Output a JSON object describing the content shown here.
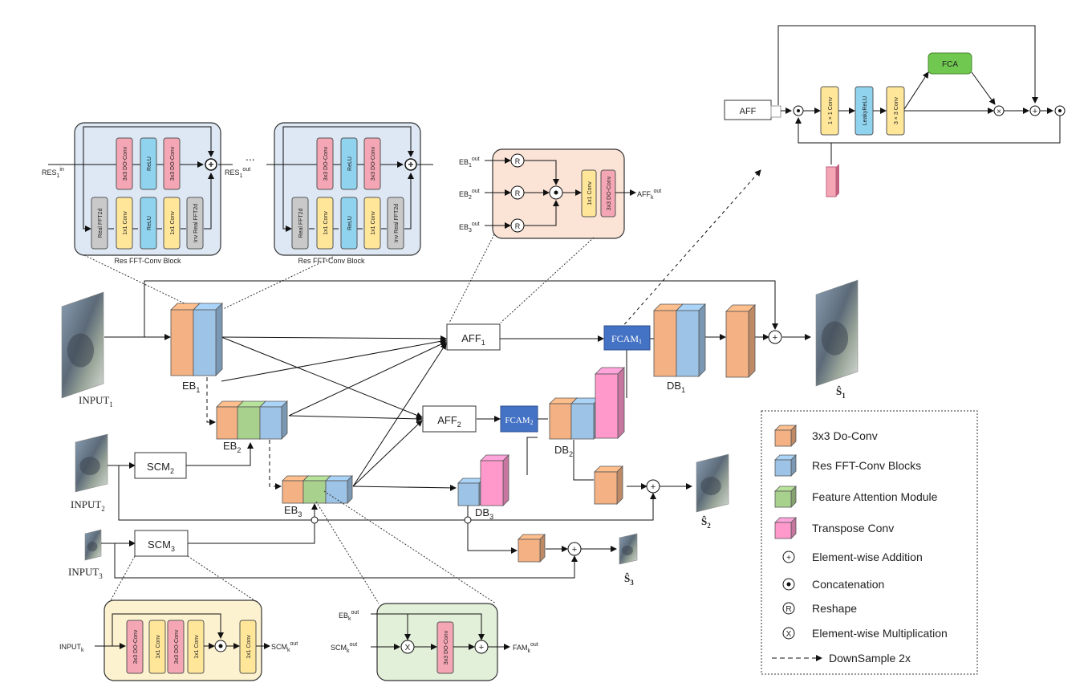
{
  "colors": {
    "do_conv": "#f4b183",
    "res_fft": "#9dc3e6",
    "fam": "#a9d18e",
    "transpose": "#ff99cc",
    "conv_pink": "#f4a6b4",
    "conv_yellow": "#ffe699",
    "relu_blue": "#8fd3ef",
    "fft_gray": "#c9c9c9",
    "fcam": "#4472c4",
    "fca_green": "#70c850",
    "res_block_bg": "#dde8f4",
    "aff_bg": "#fbe3d6",
    "scm_bg": "#fdf2d0",
    "fam_bg": "#e2efd9"
  },
  "labels": {
    "input1": "INPUT",
    "input1_sub": "1",
    "input2": "INPUT",
    "input2_sub": "2",
    "input3": "INPUT",
    "input3_sub": "3",
    "eb1": "EB",
    "eb1_sub": "1",
    "eb2": "EB",
    "eb2_sub": "2",
    "eb3": "EB",
    "eb3_sub": "3",
    "db1": "DB",
    "db1_sub": "1",
    "db2": "DB",
    "db2_sub": "2",
    "db3": "DB",
    "db3_sub": "3",
    "aff1": "AFF",
    "aff1_sub": "1",
    "aff2": "AFF",
    "aff2_sub": "2",
    "scm2": "SCM",
    "scm2_sub": "2",
    "scm3": "SCM",
    "scm3_sub": "3",
    "fcam1": "FCAM",
    "fcam1_sub": "1",
    "fcam2": "FCAM",
    "fcam2_sub": "2",
    "s1": "Ŝ",
    "s1_sub": "1",
    "s2": "Ŝ",
    "s2_sub": "2",
    "s3": "Ŝ",
    "s3_sub": "3"
  },
  "res_block": {
    "caption": "Res FFT-Conv Block",
    "in_label": "RES",
    "in_sub": "1",
    "in_sup": "in",
    "out_label": "RES",
    "out_sub": "1",
    "out_sup": "out",
    "ellipsis": "...",
    "top_row": [
      "3x3 DO-Conv",
      "ReLU",
      "3x3 DO-Conv"
    ],
    "bottom_row": [
      "Real FFT2d",
      "1x1 Conv",
      "ReLU",
      "1x1 Conv",
      "Inv Real FFT2d"
    ]
  },
  "aff_detail": {
    "inputs": [
      {
        "label": "EB",
        "sub": "1",
        "sup": "out"
      },
      {
        "label": "EB",
        "sub": "2",
        "sup": "out"
      },
      {
        "label": "EB",
        "sub": "3",
        "sup": "out"
      }
    ],
    "reshape": "R",
    "conv1": "1x1 Conv",
    "conv2": "3x3 DO-Conv",
    "out_label": "AFF",
    "out_sub": "k",
    "out_sup": "out"
  },
  "fcam_detail": {
    "aff": "AFF",
    "conv1": "1 × 1 Conv",
    "relu": "LeakyReLU",
    "conv3": "3 × 3 Conv",
    "fca": "FCA"
  },
  "scm_detail": {
    "in_label": "INPUT",
    "in_sub": "k",
    "blocks": [
      "3x3 DO-Conv",
      "1x1 Conv",
      "3x3 DO-Conv",
      "1x1 Conv"
    ],
    "final": "1x1 Conv",
    "out_label": "SCM",
    "out_sub": "k",
    "out_sup": "out"
  },
  "fam_detail": {
    "in1_label": "EB",
    "in1_sub": "k",
    "in1_sup": "out",
    "in2_label": "SCM",
    "in2_sub": "k",
    "in2_sup": "out",
    "conv": "3x3 DO-Conv",
    "out_label": "FAM",
    "out_sub": "k",
    "out_sup": "out"
  },
  "legend": [
    {
      "kind": "cube",
      "color_key": "do_conv",
      "label": "3x3 Do-Conv"
    },
    {
      "kind": "cube",
      "color_key": "res_fft",
      "label": "Res FFT-Conv Blocks"
    },
    {
      "kind": "cube",
      "color_key": "fam",
      "label": "Feature Attention Module"
    },
    {
      "kind": "cube",
      "color_key": "transpose",
      "label": "Transpose Conv"
    },
    {
      "kind": "symbol",
      "symbol": "+",
      "label": "Element-wise Addition"
    },
    {
      "kind": "symbol",
      "symbol": "•",
      "label": "Concatenation"
    },
    {
      "kind": "symbol",
      "symbol": "R",
      "label": "Reshape"
    },
    {
      "kind": "symbol",
      "symbol": "X",
      "label": "Element-wise Multiplication"
    },
    {
      "kind": "dash",
      "label": "DownSample 2x"
    }
  ]
}
